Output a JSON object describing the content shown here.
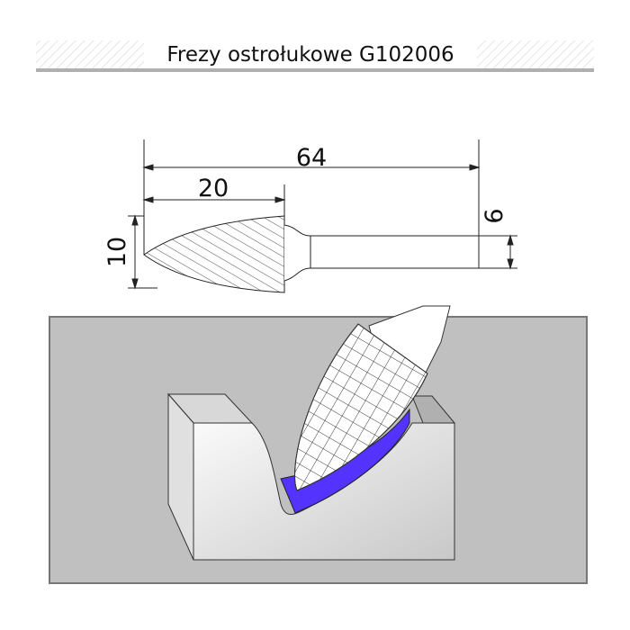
{
  "title": "Frezy ostrołukowe G102006",
  "dimensions": {
    "total_length": "64",
    "head_length": "20",
    "head_diameter": "10",
    "shank_diameter": "6"
  },
  "colors": {
    "panel": "#c0c0c0",
    "cut_highlight": "#5533ff",
    "title_bar": "#b0b0b0"
  }
}
